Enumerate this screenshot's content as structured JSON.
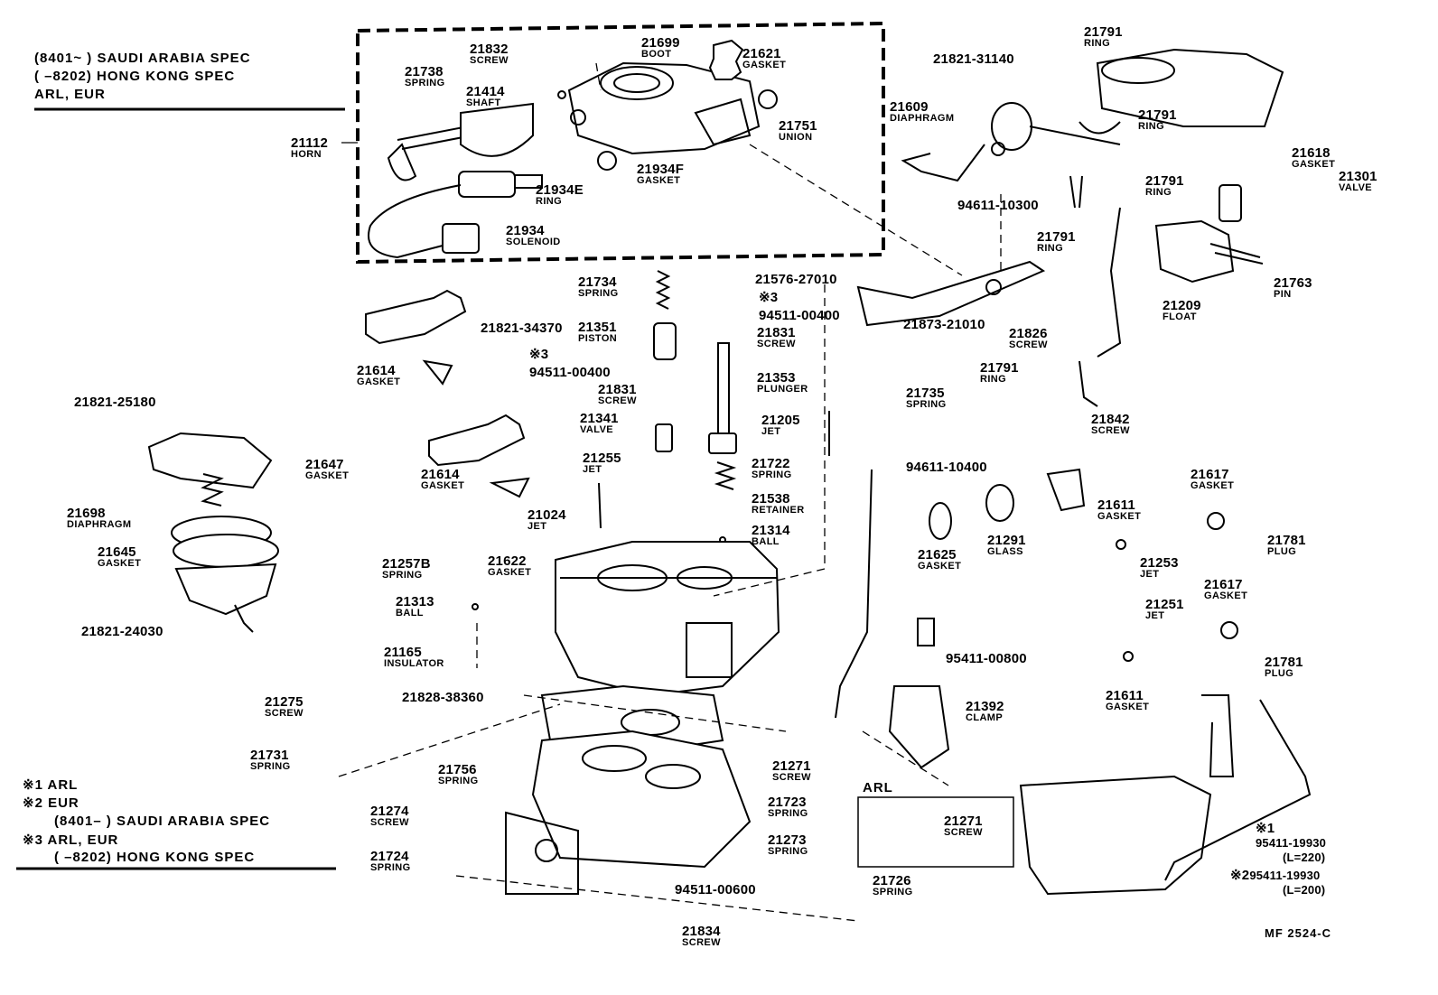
{
  "diagram_code": "MF 2524-C",
  "top_notes": {
    "line1": "(8401~       ) SAUDI  ARABIA  SPEC",
    "line2": "(       –8202) HONG  KONG  SPEC",
    "line3": "ARL, EUR"
  },
  "legend": {
    "item1": "※1 ARL",
    "item2": "※2 EUR",
    "item2_sub": "(8401–        ) SAUDI  ARABIA  SPEC",
    "item3": "※3 ARL, EUR",
    "item3_sub": "(        –8202) HONG  KONG  SPEC"
  },
  "arl_box_title": "ARL",
  "parts": {
    "p21832": {
      "num": "21832",
      "name": "SCREW"
    },
    "p21699": {
      "num": "21699",
      "name": "BOOT"
    },
    "p21621": {
      "num": "21621",
      "name": "GASKET"
    },
    "p21738": {
      "num": "21738",
      "name": "SPRING"
    },
    "p21414": {
      "num": "21414",
      "name": "SHAFT"
    },
    "p21112": {
      "num": "21112",
      "name": "HORN"
    },
    "p21751": {
      "num": "21751",
      "name": "UNION"
    },
    "p21934F": {
      "num": "21934F",
      "name": "GASKET"
    },
    "p21934E": {
      "num": "21934E",
      "name": "RING"
    },
    "p21934": {
      "num": "21934",
      "name": "SOLENOID"
    },
    "p21821_31140": {
      "num": "21821-31140",
      "name": ""
    },
    "p21791_a": {
      "num": "21791",
      "name": "RING"
    },
    "p21609": {
      "num": "21609",
      "name": "DIAPHRAGM"
    },
    "p21791_b": {
      "num": "21791",
      "name": "RING"
    },
    "p21618": {
      "num": "21618",
      "name": "GASKET"
    },
    "p21301": {
      "num": "21301",
      "name": "VALVE"
    },
    "p21791_c": {
      "num": "21791",
      "name": "RING"
    },
    "p94611_10300": {
      "num": "94611-10300",
      "name": ""
    },
    "p21791_d": {
      "num": "21791",
      "name": "RING"
    },
    "p21763": {
      "num": "21763",
      "name": "PIN"
    },
    "p21209": {
      "num": "21209",
      "name": "FLOAT"
    },
    "p21734": {
      "num": "21734",
      "name": "SPRING"
    },
    "p21576": {
      "num": "21576-27010",
      "name": ""
    },
    "p94511_00400_a": {
      "num": "94511-00400",
      "name": ""
    },
    "p21831_a": {
      "num": "21831",
      "name": "SCREW"
    },
    "p21821_34370": {
      "num": "21821-34370",
      "name": ""
    },
    "p21351": {
      "num": "21351",
      "name": "PISTON"
    },
    "p94511_00400_b": {
      "num": "94511-00400",
      "name": ""
    },
    "p21831_b": {
      "num": "21831",
      "name": "SCREW"
    },
    "p21353": {
      "num": "21353",
      "name": "PLUNGER"
    },
    "p21614_a": {
      "num": "21614",
      "name": "GASKET"
    },
    "p21614_b": {
      "num": "21614",
      "name": "GASKET"
    },
    "p21873": {
      "num": "21873-21010",
      "name": ""
    },
    "p21826": {
      "num": "21826",
      "name": "SCREW"
    },
    "p21791_e": {
      "num": "21791",
      "name": "RING"
    },
    "p21735": {
      "num": "21735",
      "name": "SPRING"
    },
    "p21842": {
      "num": "21842",
      "name": "SCREW"
    },
    "p21341": {
      "num": "21341",
      "name": "VALVE"
    },
    "p21205": {
      "num": "21205",
      "name": "JET"
    },
    "p21255": {
      "num": "21255",
      "name": "JET"
    },
    "p21722": {
      "num": "21722",
      "name": "SPRING"
    },
    "p94611_10400": {
      "num": "94611-10400",
      "name": ""
    },
    "p21538": {
      "num": "21538",
      "name": "RETAINER"
    },
    "p21314": {
      "num": "21314",
      "name": "BALL"
    },
    "p21024": {
      "num": "21024",
      "name": "JET"
    },
    "p21821_25180": {
      "num": "21821-25180",
      "name": ""
    },
    "p21647": {
      "num": "21647",
      "name": "GASKET"
    },
    "p21698": {
      "num": "21698",
      "name": "DIAPHRAGM"
    },
    "p21645": {
      "num": "21645",
      "name": "GASKET"
    },
    "p21821_24030": {
      "num": "21821-24030",
      "name": ""
    },
    "p21257B": {
      "num": "21257B",
      "name": "SPRING"
    },
    "p21622": {
      "num": "21622",
      "name": "GASKET"
    },
    "p21313": {
      "num": "21313",
      "name": "BALL"
    },
    "p21165": {
      "num": "21165",
      "name": "INSULATOR"
    },
    "p21625": {
      "num": "21625",
      "name": "GASKET"
    },
    "p21291": {
      "num": "21291",
      "name": "GLASS"
    },
    "p21611_a": {
      "num": "21611",
      "name": "GASKET"
    },
    "p21617_a": {
      "num": "21617",
      "name": "GASKET"
    },
    "p21781_a": {
      "num": "21781",
      "name": "PLUG"
    },
    "p21253": {
      "num": "21253",
      "name": "JET"
    },
    "p21251": {
      "num": "21251",
      "name": "JET"
    },
    "p21617_b": {
      "num": "21617",
      "name": "GASKET"
    },
    "p21781_b": {
      "num": "21781",
      "name": "PLUG"
    },
    "p21611_b": {
      "num": "21611",
      "name": "GASKET"
    },
    "p95411_00800": {
      "num": "95411-00800",
      "name": ""
    },
    "p21392": {
      "num": "21392",
      "name": "CLAMP"
    },
    "p21828": {
      "num": "21828-38360",
      "name": ""
    },
    "p21275": {
      "num": "21275",
      "name": "SCREW"
    },
    "p21731": {
      "num": "21731",
      "name": "SPRING"
    },
    "p21756": {
      "num": "21756",
      "name": "SPRING"
    },
    "p21271_a": {
      "num": "21271",
      "name": "SCREW"
    },
    "p21723": {
      "num": "21723",
      "name": "SPRING"
    },
    "p21271_b": {
      "num": "21271",
      "name": "SCREW"
    },
    "p21274": {
      "num": "21274",
      "name": "SCREW"
    },
    "p21273": {
      "num": "21273",
      "name": "SPRING"
    },
    "p21724": {
      "num": "21724",
      "name": "SPRING"
    },
    "p21726": {
      "num": "21726",
      "name": "SPRING"
    },
    "p94511_00600": {
      "num": "94511-00600",
      "name": ""
    },
    "p21834": {
      "num": "21834",
      "name": "SCREW"
    },
    "p95411_19930_1": {
      "num": "※1",
      "name": "95411-19930",
      "sub": "(L=220)"
    },
    "p95411_19930_2": {
      "num": "※2",
      "name": "95411-19930",
      "sub": "(L=200)"
    },
    "mark3_a": "※3",
    "mark3_b": "※3"
  }
}
